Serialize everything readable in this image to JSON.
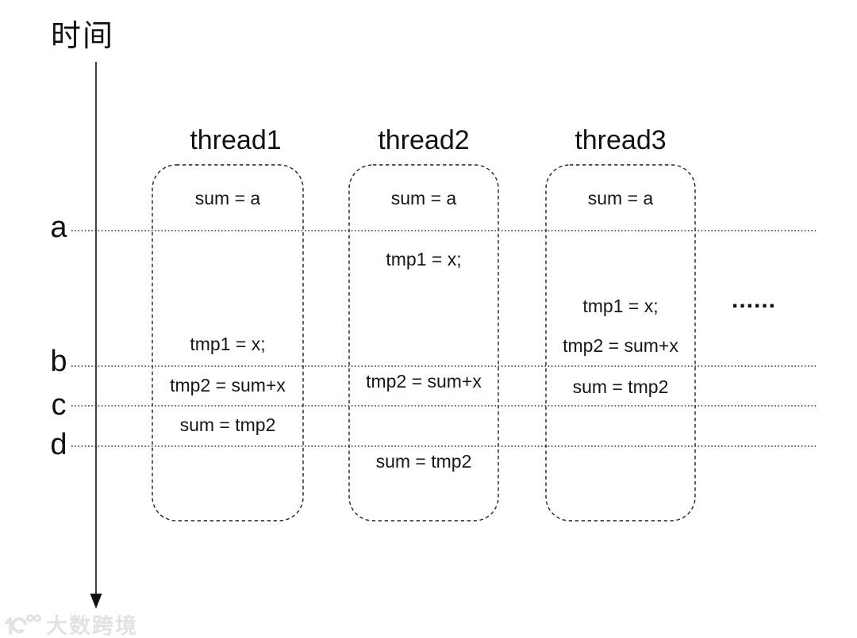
{
  "title": "时间",
  "timeline": {
    "labels": [
      "a",
      "b",
      "c",
      "d"
    ]
  },
  "threads": [
    {
      "name": "thread1",
      "statements": [
        "sum = a",
        "tmp1 = x;",
        "tmp2 = sum+x",
        "sum = tmp2"
      ]
    },
    {
      "name": "thread2",
      "statements": [
        "sum = a",
        "tmp1 = x;",
        "tmp2 = sum+x",
        "sum = tmp2"
      ]
    },
    {
      "name": "thread3",
      "statements": [
        "sum = a",
        "tmp1 = x;",
        "tmp2 = sum+x",
        "sum = tmp2"
      ]
    }
  ],
  "ellipsis": "......",
  "watermark": {
    "text": "大数跨境"
  },
  "colors": {
    "ink": "#1a1a1a",
    "line": "#333333",
    "watermark": "#e2e2e2"
  }
}
